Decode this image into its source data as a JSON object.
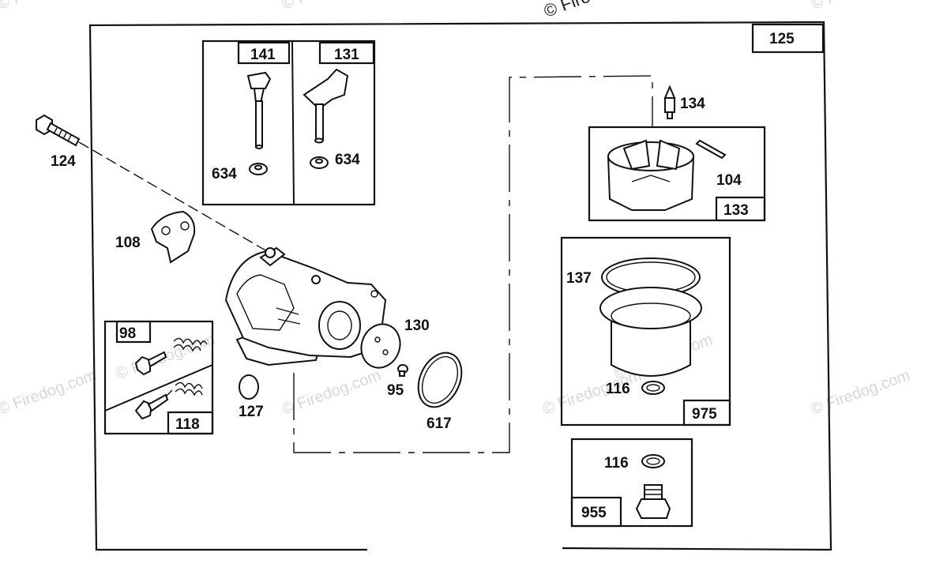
{
  "watermark": {
    "text": "© Firedog.com",
    "top_text": "© Fire"
  },
  "callouts": {
    "c124": "124",
    "c108": "108",
    "c634a": "634",
    "c634b": "634",
    "c134": "134",
    "c104": "104",
    "c137": "137",
    "c116a": "116",
    "c116b": "116",
    "c130": "130",
    "c95": "95",
    "c617": "617",
    "c127": "127"
  },
  "kit_boxes": {
    "b125": "125",
    "b141": "141",
    "b131": "131",
    "b133": "133",
    "b975": "975",
    "b955": "955",
    "b98": "98",
    "b118": "118"
  }
}
